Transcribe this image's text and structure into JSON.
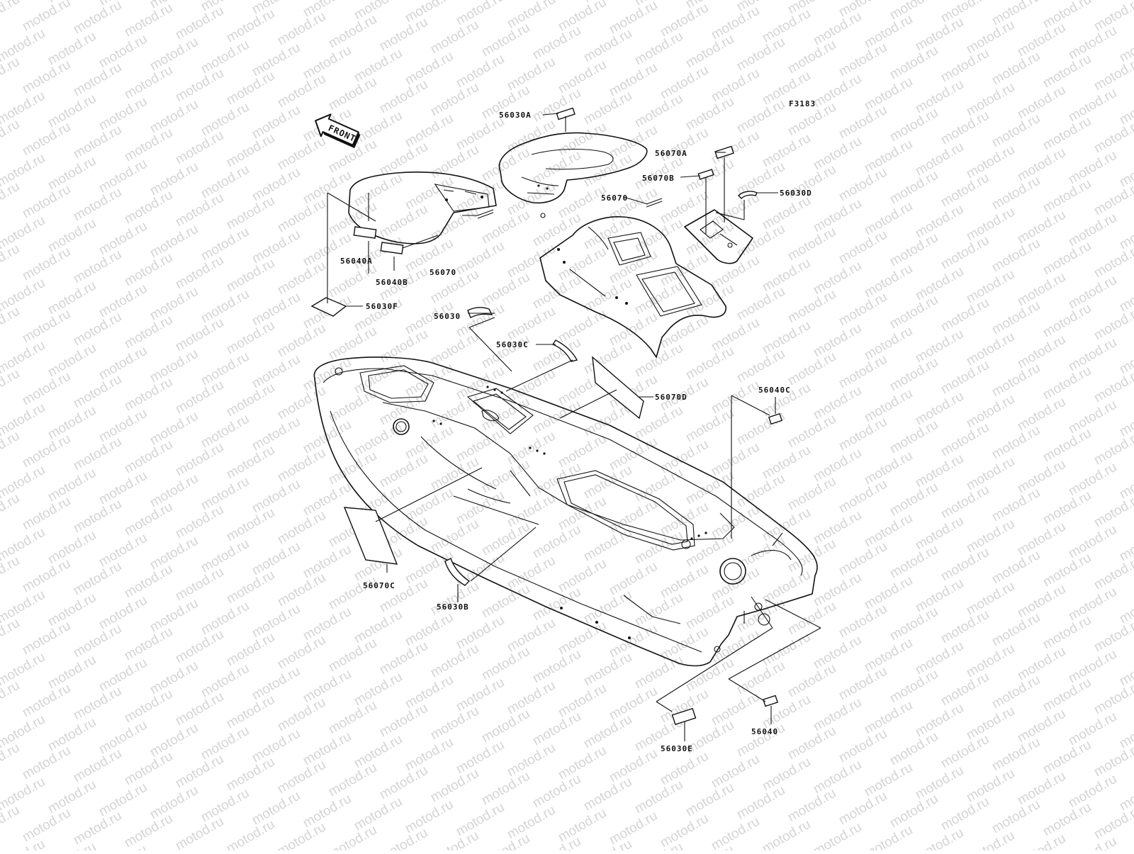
{
  "watermark": {
    "text": "motod.ru"
  },
  "figure_code": "F3183",
  "front_label": "FRONT",
  "colors": {
    "line": "#111111",
    "watermark": "#d4d4d4",
    "background": "#ffffff"
  },
  "labels": {
    "56030A": "56030A",
    "56070A": "56070A",
    "56070B": "56070B",
    "56070": "56070",
    "56030D": "56030D",
    "56040A": "56040A",
    "56040B": "56040B",
    "56070_left": "56070",
    "56030F": "56030F",
    "56030": "56030",
    "56030C": "56030C",
    "56070D": "56070D",
    "56040C": "56040C",
    "56070C": "56070C",
    "56030B": "56030B",
    "56030E": "56030E",
    "56040": "56040"
  }
}
